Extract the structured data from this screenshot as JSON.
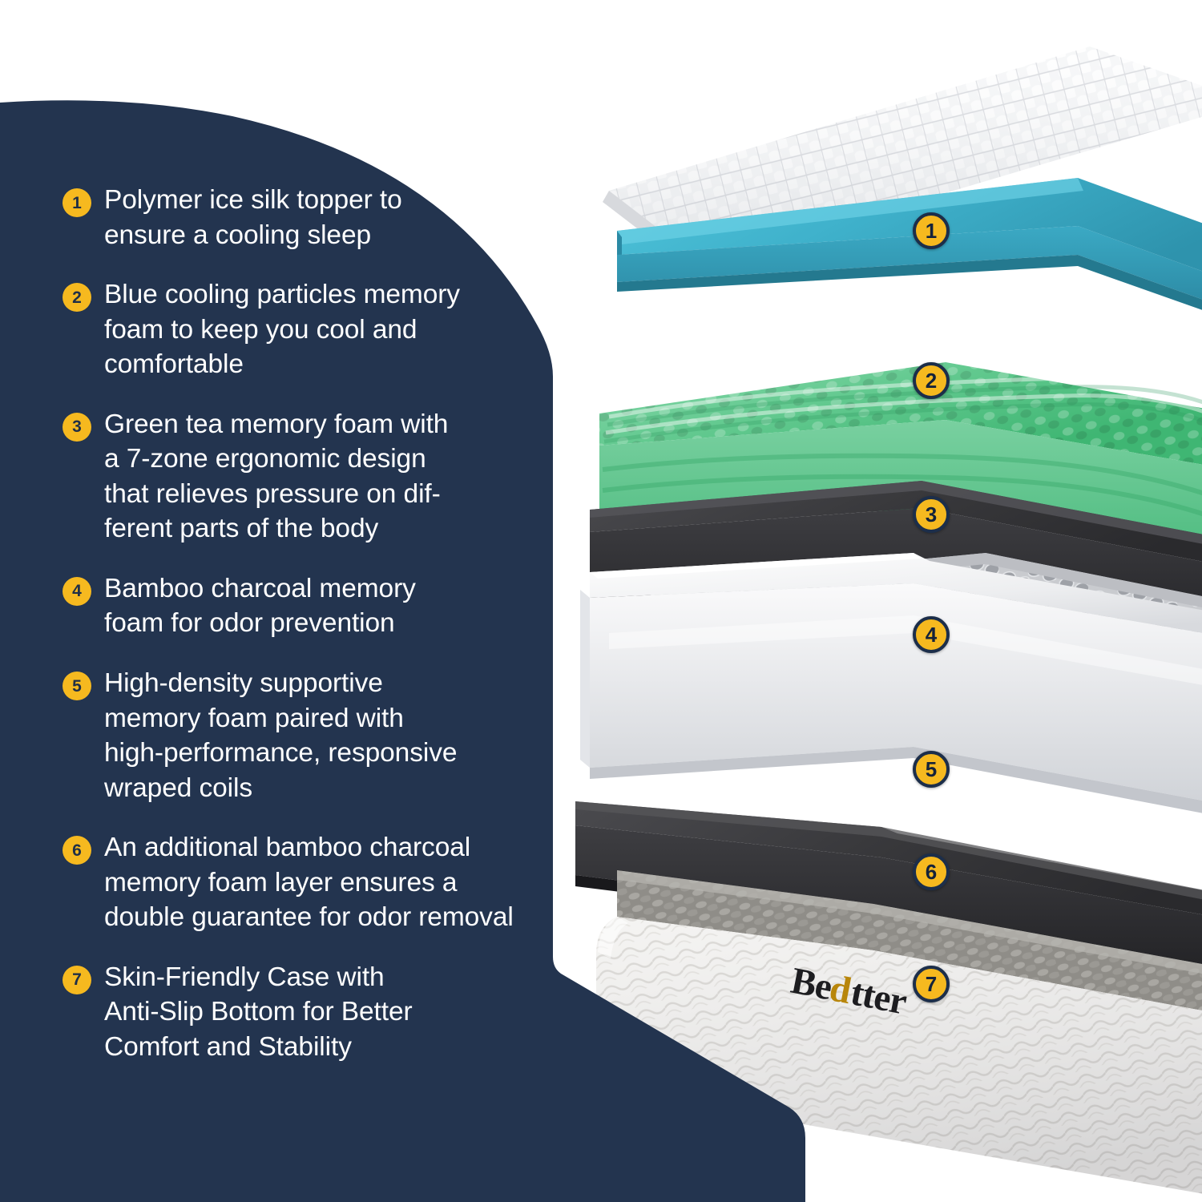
{
  "theme": {
    "panel_navy": "#23344F",
    "badge_amber": "#F6B91F",
    "badge_ring_navy": "#1C2E4A",
    "text_white": "#FFFFFF",
    "layer_topper_white": "#F2F3F5",
    "layer_blue_teal": "#3FB0CB",
    "layer_green": "#62C98F",
    "layer_charcoal": "#3A3A3C",
    "layer_coil_white": "#E6E7E9",
    "layer_case_white": "#F0EFED"
  },
  "panel": {
    "features": [
      {
        "number": "1",
        "text": "Polymer ice silk topper to\nensure a cooling sleep"
      },
      {
        "number": "2",
        "text": "Blue cooling particles memory\nfoam to keep you cool and\ncomfortable"
      },
      {
        "number": "3",
        "text": "Green tea memory foam with\na 7-zone ergonomic design\nthat relieves pressure on dif-\nferent parts of the body"
      },
      {
        "number": "4",
        "text": "Bamboo charcoal memory\nfoam for odor prevention"
      },
      {
        "number": "5",
        "text": "High-density supportive\nmemory foam paired with\nhigh-performance, responsive\nwraped coils"
      },
      {
        "number": "6",
        "text": "An additional bamboo charcoal\nmemory foam layer ensures a\ndouble guarantee for odor removal"
      },
      {
        "number": "7",
        "text": "Skin-Friendly Case with\nAnti-Slip Bottom for Better\nComfort and Stability"
      }
    ]
  },
  "illustration": {
    "brand_logo": "Bedtter",
    "layer_badges": [
      {
        "number": "1",
        "layer": "polymer-ice-silk-topper"
      },
      {
        "number": "2",
        "layer": "blue-cooling-particle-foam"
      },
      {
        "number": "3",
        "layer": "green-tea-memory-foam"
      },
      {
        "number": "4",
        "layer": "bamboo-charcoal-memory-foam"
      },
      {
        "number": "5",
        "layer": "high-density-foam-with-coils"
      },
      {
        "number": "6",
        "layer": "additional-bamboo-charcoal-foam"
      },
      {
        "number": "7",
        "layer": "skin-friendly-case"
      }
    ]
  }
}
